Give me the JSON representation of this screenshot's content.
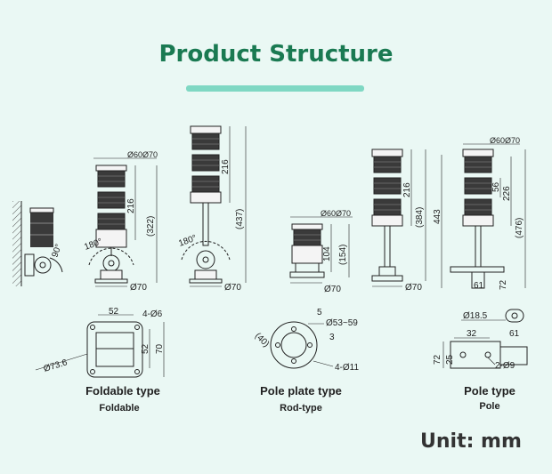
{
  "title": "Product Structure",
  "unit_label": "Unit: mm",
  "views": {
    "wall": {
      "dim_angle": "90°"
    },
    "foldable": {
      "dia_top": "Ø60Ø70",
      "dim_216": "216",
      "dim_322": "(322)",
      "angle": "180°",
      "base": "Ø70"
    },
    "arm": {
      "dim_216": "216",
      "dim_437": "(437)",
      "angle": "180°",
      "base": "Ø70"
    },
    "poleplate": {
      "dia_top": "Ø60Ø70",
      "dim_104": "104",
      "dim_154": "(154)",
      "base": "Ø70"
    },
    "rod": {
      "dim_216": "216",
      "dim_384": "(384)",
      "base": "Ø70"
    },
    "pole": {
      "dia_top": "Ø60Ø70",
      "dim_443": "443",
      "dim_56": "56",
      "dim_226": "226",
      "dim_476": "(476)",
      "dim_61": "61",
      "dim_72": "72"
    }
  },
  "details": {
    "foldable": {
      "dim_52_top": "52",
      "holes": "4-Ø6",
      "dim_52_side": "52",
      "dim_70": "70",
      "dia": "Ø73.6",
      "caption": "Foldable type",
      "sub": "Foldable"
    },
    "poleplate": {
      "dim_5": "5",
      "slot": "Ø53~59",
      "dim_3": "3",
      "dim_40": "(40)",
      "holes": "4-Ø11",
      "caption": "Pole plate type",
      "sub": "Rod-type"
    },
    "pole": {
      "dia": "Ø18.5",
      "dim_32": "32",
      "dim_61": "61",
      "dim_72": "72",
      "dim_25": "25",
      "holes": "2-Ø9",
      "caption": "Pole type",
      "sub": "Pole"
    }
  }
}
